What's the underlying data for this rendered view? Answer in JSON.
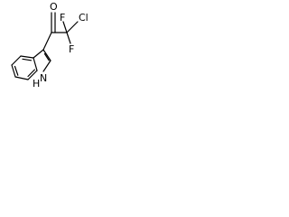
{
  "structure": {
    "atoms": {
      "oxygen": "O",
      "fluorine_left": "F",
      "fluorine_right": "F",
      "chlorine": "Cl",
      "nitrogen": "N",
      "hydrogen": "H"
    },
    "colors": {
      "bond": "#000000",
      "label": "#000000",
      "background": "#ffffff"
    }
  }
}
